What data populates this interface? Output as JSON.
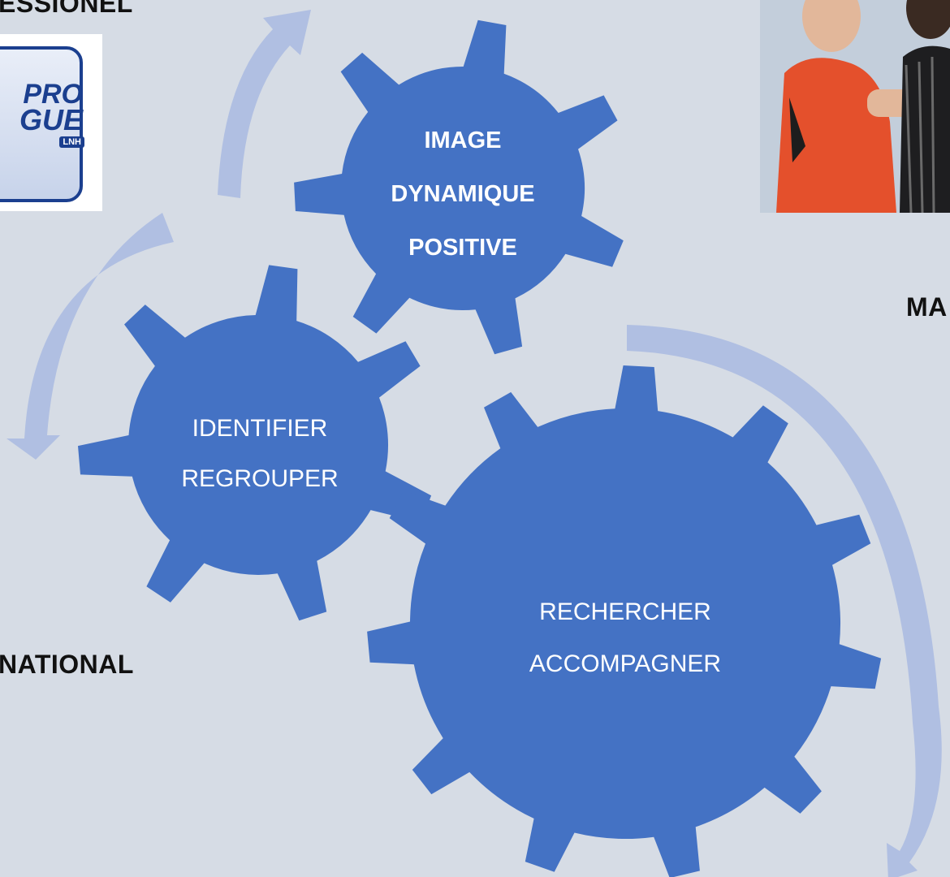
{
  "labels": {
    "top_left": "ESSIONEL",
    "national": "NATIONAL",
    "right": "MA"
  },
  "logo": {
    "line1": "PRO",
    "line2": "GUE",
    "badge": "LNH"
  },
  "gears": [
    {
      "lines": [
        "IMAGE",
        "DYNAMIQUE",
        "POSITIVE"
      ],
      "bold": true
    },
    {
      "lines": [
        "IDENTIFIER",
        "REGROUPER"
      ],
      "bold": false
    },
    {
      "lines": [
        "RECHERCHER",
        "ACCOMPAGNER"
      ],
      "bold": false
    }
  ],
  "colors": {
    "background": "#d6dce5",
    "gear": "#4472c4",
    "arrow": "#b0bfe2",
    "text_light": "#ffffff",
    "text_dark": "#111111"
  },
  "icons": {
    "logo": "proligue-lnh-logo",
    "photo": "handball-players-photo",
    "arrows": "curved-cycle-arrows"
  }
}
